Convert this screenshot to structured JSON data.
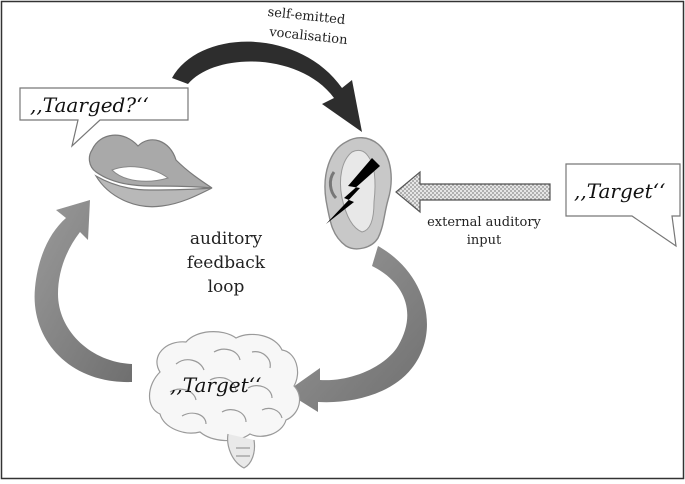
{
  "speech_bubbles": {
    "lips_word": ",,Taarged?‘‘",
    "external_word": ",,Target‘‘",
    "brain_word": ",,Target‘‘"
  },
  "labels": {
    "self_emitted_line1": "self-emitted",
    "self_emitted_line2": "vocalisation",
    "external_line1": "external auditory",
    "external_line2": "input",
    "loop_line1": "auditory",
    "loop_line2": "feedback",
    "loop_line3": "loop"
  },
  "icons": {
    "lips": "lips-icon",
    "ear": "ear-icon",
    "lightning": "lightning-icon",
    "brain": "brain-icon"
  },
  "colors": {
    "dark_arrow": "#2d2d2d",
    "grey_arrow": "#8c8c8c",
    "lips": "#a9a9a9",
    "dotted_arrow": "#d6d6d6"
  }
}
